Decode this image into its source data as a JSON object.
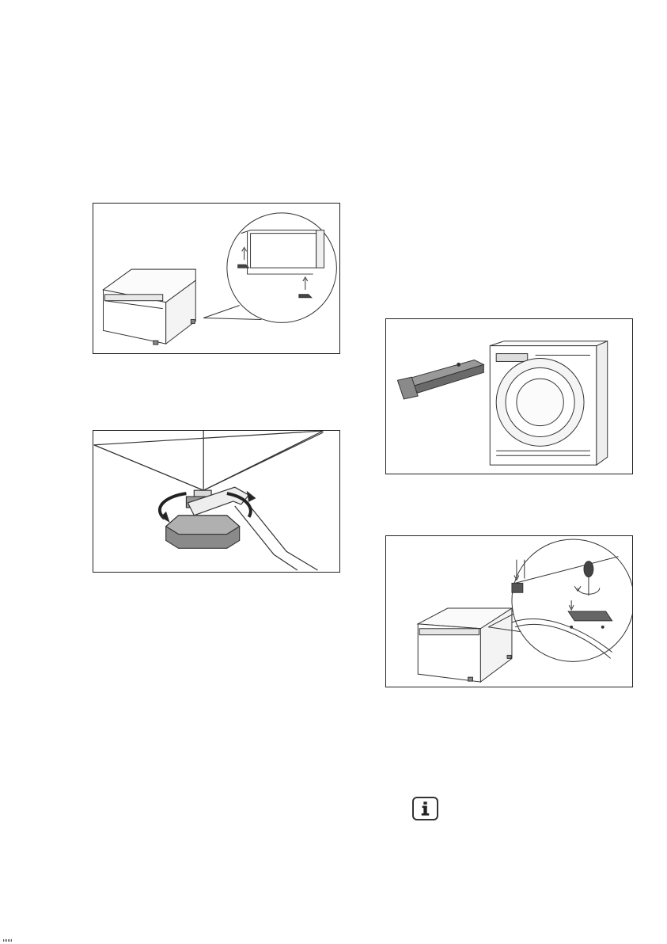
{
  "figures": [
    {
      "id": "fig1",
      "icon": "pedestal-feet-insertion-illustration"
    },
    {
      "id": "fig2",
      "icon": "adjustable-foot-wrench-illustration"
    },
    {
      "id": "fig3",
      "icon": "dryer-drawer-removal-illustration"
    },
    {
      "id": "fig4",
      "icon": "pedestal-bracket-screw-illustration"
    }
  ],
  "info_icon": {
    "icon": "info-icon",
    "glyph": "i"
  }
}
